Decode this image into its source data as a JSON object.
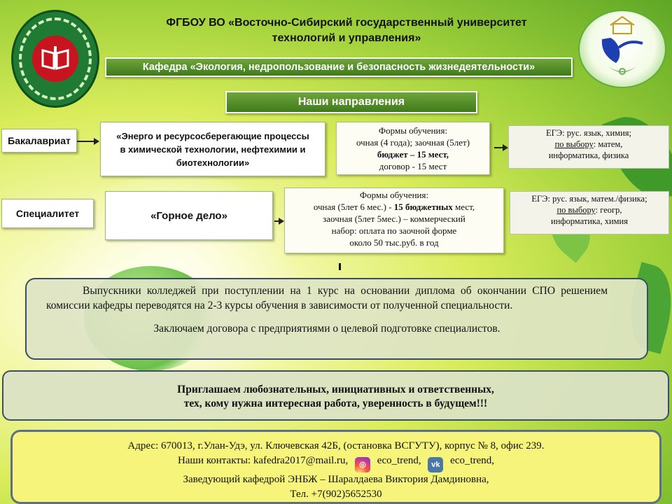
{
  "header": {
    "university_line1": "ФГБОУ ВО «Восточно-Сибирский  государственный университет",
    "university_line2": "технологий  и управления»",
    "department": "Кафедра «Экология, недропользование и безопасность жизнедеятельности»",
    "directions_title": "Наши направления"
  },
  "bachelor": {
    "level": "Бакалавриат",
    "program": "«Энерго и ресурсосберегающие процессы в химической технологии, нефтехимии и биотехнологии»",
    "forms_title": "Формы обучения:",
    "forms_line1": "очная (4 года); заочная (5лет)",
    "forms_budget": "бюджет – 15 мест,",
    "forms_contract": "договор - 15 мест",
    "ege_line1": "ЕГЭ: рус. язык, химия;",
    "ege_choice_label": "по выбору",
    "ege_choice_rest": ": матем,",
    "ege_line3": "информатика, физика"
  },
  "specialist": {
    "level": "Специалитет",
    "program": "«Горное дело»",
    "forms_title": "Формы обучения:",
    "forms_line1_a": "очная (5лет 6 мес.) - ",
    "forms_line1_b": "15 бюджетных",
    "forms_line1_c": " мест,",
    "forms_line2": "заочная (5лет 5мес.) – коммерческий",
    "forms_line3": "набор: оплата по заочной форме",
    "forms_line4": "около 50 тыс.руб. в год",
    "ege_line1": "ЕГЭ: рус. язык, матем./физика;",
    "ege_choice_label": "по выбору",
    "ege_choice_rest": ": геогр,",
    "ege_line3": "информатика, химия"
  },
  "info": {
    "paragraph1": "Выпускники колледжей при поступлении на 1 курс на основании диплома об окончании СПО решением комиссии кафедры переводятся на 2-3 курсы обучения в зависимости от полученной специальности.",
    "paragraph2": "Заключаем договора с предприятиями о целевой подготовке специалистов."
  },
  "invite": {
    "line1": "Приглашаем любознательных, инициативных и ответственных,",
    "line2": "тех, кому нужна интересная работа, уверенность в будущем!!!"
  },
  "contacts": {
    "address": "Адрес: 670013,  г.Улан-Удэ, ул. Ключевская 42Б, (остановка ВСГУТУ), корпус № 8, офис 239.",
    "contacts_label": "Наши контакты: kafedra2017@mail.ru,",
    "instagram": "eco_trend,",
    "vk": "eco_trend,",
    "head": "Заведующий кафедрой ЭНБЖ – Шаралдаева Виктория Дамдиновна,",
    "phone": "Тел. +7(902)5652530"
  },
  "colors": {
    "banner_green": "#4f8a28",
    "background_lime": "#d9ec5a",
    "address_yellow": "#f6f47a",
    "box_border_navy": "#3a4e6c"
  }
}
